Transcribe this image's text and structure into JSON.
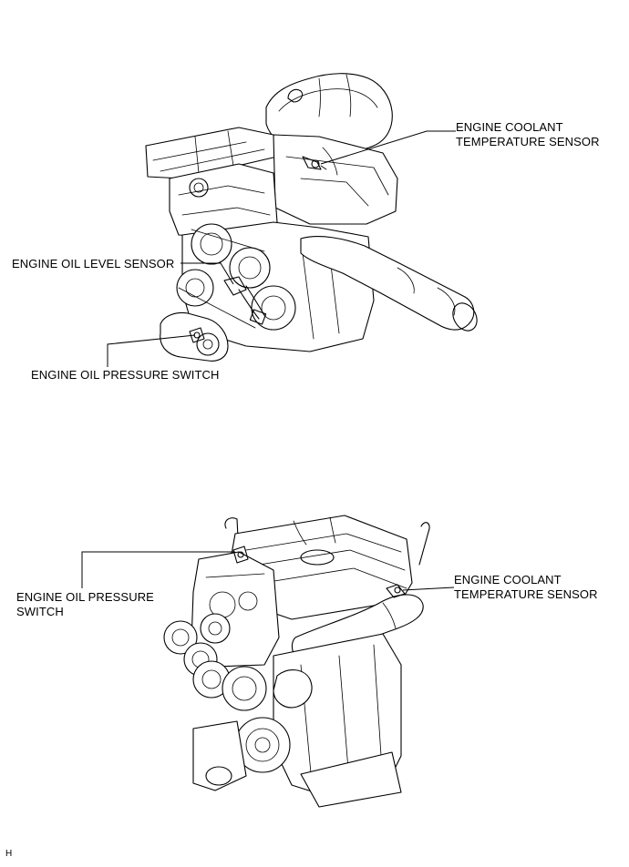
{
  "figure_top": {
    "labels": {
      "coolant_sensor": [
        "ENGINE COOLANT",
        "TEMPERATURE SENSOR"
      ],
      "oil_level_sensor": [
        "ENGINE OIL LEVEL SENSOR"
      ],
      "oil_pressure_switch": [
        "ENGINE OIL PRESSURE SWITCH"
      ]
    }
  },
  "figure_bottom": {
    "labels": {
      "oil_pressure_switch": [
        "ENGINE OIL PRESSURE",
        "SWITCH"
      ],
      "coolant_sensor": [
        "ENGINE COOLANT",
        "TEMPERATURE SENSOR"
      ]
    }
  },
  "corner_mark": "H"
}
